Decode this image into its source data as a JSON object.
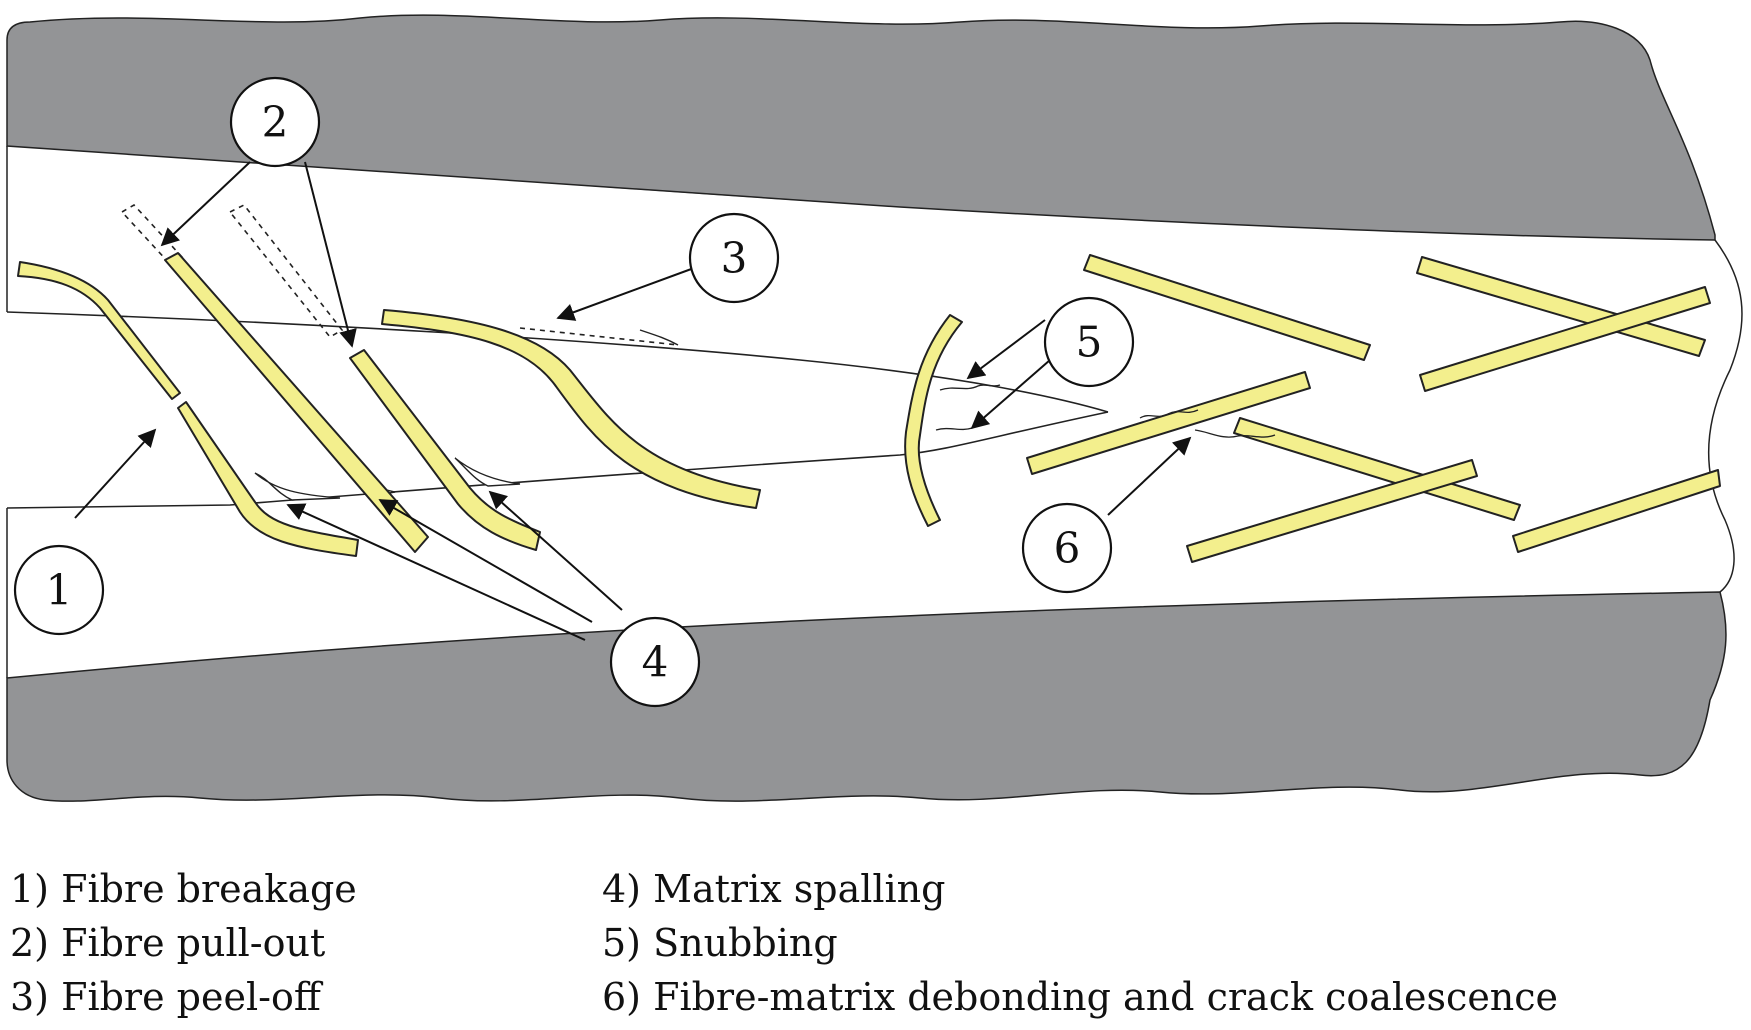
{
  "colors": {
    "matrix_shell": "#939496",
    "fibre": "#f3ef8d",
    "fibre_outline": "#222222",
    "crack_line": "#222222",
    "background": "#ffffff"
  },
  "callouts": [
    {
      "id": "1",
      "label": "1"
    },
    {
      "id": "2",
      "label": "2"
    },
    {
      "id": "3",
      "label": "3"
    },
    {
      "id": "4",
      "label": "4"
    },
    {
      "id": "5",
      "label": "5"
    },
    {
      "id": "6",
      "label": "6"
    }
  ],
  "legend": {
    "items": [
      "1) Fibre breakage",
      "2) Fibre pull-out",
      "3) Fibre peel-off",
      "4) Matrix spalling",
      "5) Snubbing",
      "6) Fibre-matrix debonding and crack coalescence"
    ]
  }
}
